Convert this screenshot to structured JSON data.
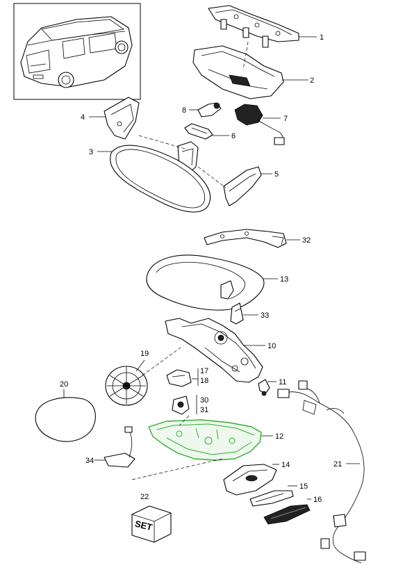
{
  "callouts": {
    "c1": "1",
    "c2": "2",
    "c3": "3",
    "c4": "4",
    "c5": "5",
    "c6": "6",
    "c7": "7",
    "c8": "8",
    "c10": "10",
    "c11": "11",
    "c12": "12",
    "c13": "13",
    "c14": "14",
    "c15": "15",
    "c16": "16",
    "c17": "17",
    "c18": "18",
    "c19": "19",
    "c20": "20",
    "c21": "21",
    "c22": "22",
    "c30": "30",
    "c31": "31",
    "c32": "32",
    "c33": "33",
    "c34": "34"
  },
  "set_box_text": "SET",
  "highlight_color": "#2fae2f"
}
